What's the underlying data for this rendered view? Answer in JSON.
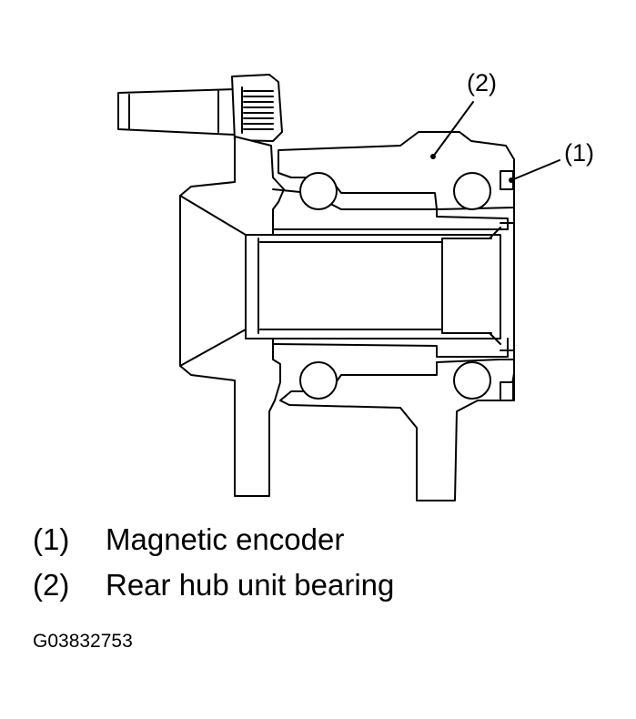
{
  "callouts": [
    {
      "id": "1",
      "text": "(1)"
    },
    {
      "id": "2",
      "text": "(2)"
    }
  ],
  "legend": [
    {
      "number": "(1)",
      "label": "Magnetic encoder"
    },
    {
      "number": "(2)",
      "label": "Rear hub unit bearing"
    }
  ],
  "figure_id": "G03832753"
}
